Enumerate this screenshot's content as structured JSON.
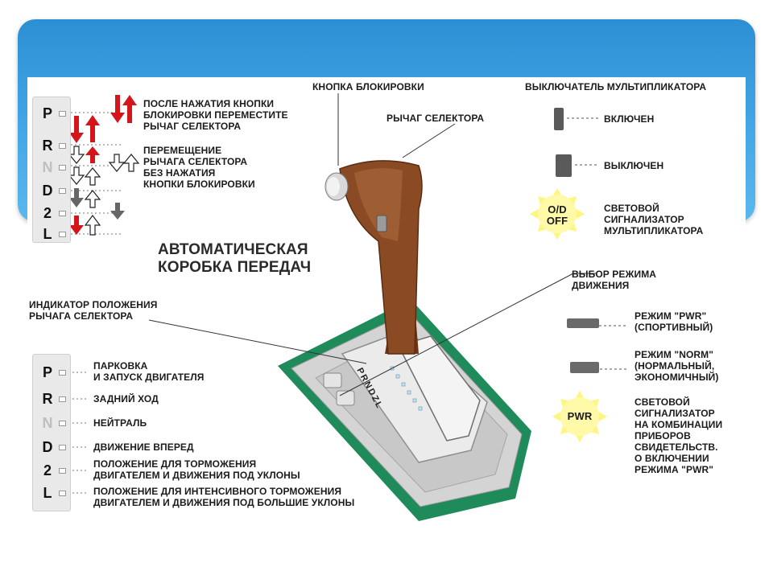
{
  "upper_legend": {
    "gears": [
      "P",
      "R",
      "N",
      "D",
      "2",
      "L"
    ],
    "with_button": "ПОСЛЕ НАЖАТИЯ КНОПКИ\nБЛОКИРОВКИ ПЕРЕМЕСТИТЕ\nРЫЧАГ СЕЛЕКТОРА",
    "without_button": "ПЕРЕМЕЩЕНИЕ\nРЫЧАГА СЕЛЕКТОРА\nБЕЗ НАЖАТИЯ\nКНОПКИ БЛОКИРОВКИ"
  },
  "title": "АВТОМАТИЧЕСКАЯ\nКОРОБКА ПЕРЕДАЧ",
  "labels": {
    "lock_button": "КНОПКА БЛОКИРОВКИ",
    "selector_lever": "РЫЧАГ СЕЛЕКТОРА",
    "position_indicator": "ИНДИКАТОР ПОЛОЖЕНИЯ\nРЫЧАГА СЕЛЕКТОРА",
    "mode_select": "ВЫБОР РЕЖИМА\nДВИЖЕНИЯ"
  },
  "overdrive": {
    "title": "ВЫКЛЮЧАТЕЛЬ МУЛЬТИПЛИКАТОРА",
    "on": "ВКЛЮЧЕН",
    "off": "ВЫКЛЮЧЕН",
    "lamp_text": "O/D\nOFF",
    "lamp_label": "СВЕТОВОЙ\nСИГНАЛИЗАТОР\nМУЛЬТИПЛИКАТОРА"
  },
  "modes": {
    "pwr": "РЕЖИМ \"PWR\"\n(СПОРТИВНЫЙ)",
    "norm": "РЕЖИМ \"NORM\"\n(НОРМАЛЬНЫЙ,\nЭКОНОМИЧНЫЙ)",
    "lamp_text": "PWR",
    "lamp_label": "СВЕТОВОЙ\nСИГНАЛИЗАТОР\nНА КОМБИНАЦИИ\nПРИБОРОВ\nСВИДЕТЕЛЬСТВ.\nО ВКЛЮЧЕНИИ\nРЕЖИМА \"PWR\""
  },
  "lower_legend": {
    "gears": [
      "P",
      "R",
      "N",
      "D",
      "2",
      "L"
    ],
    "descriptions": [
      "ПАРКОВКА\nИ ЗАПУСК ДВИГАТЕЛЯ",
      "ЗАДНИЙ ХОД",
      "НЕЙТРАЛЬ",
      "ДВИЖЕНИЕ ВПЕРЕД",
      "ПОЛОЖЕНИЕ ДЛЯ ТОРМОЖЕНИЯ\nДВИГАТЕЛЕМ И ДВИЖЕНИЯ ПОД УКЛОНЫ",
      "ПОЛОЖЕНИЕ ДЛЯ ИНТЕНСИВНОГО ТОРМОЖЕНИЯ\nДВИГАТЕЛЕМ И ДВИЖЕНИЯ ПОД БОЛЬШИЕ УКЛОНЫ"
    ]
  },
  "gate_letters": "PRNDZL",
  "colors": {
    "slide_blue": "#3fa3e3",
    "arrow_red": "#d4161b",
    "lever_brown": "#8a4a24",
    "console_green": "#1f8a5a",
    "lamp_yellow": "#fff56a"
  }
}
